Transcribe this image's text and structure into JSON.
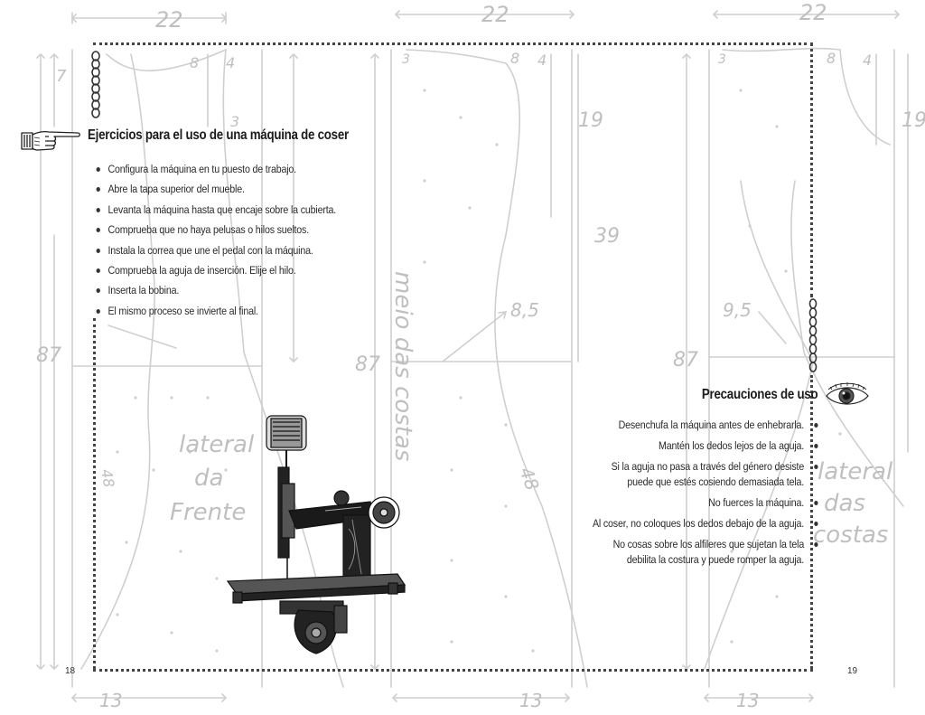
{
  "left_page": {
    "title": "Ejercicios para el uso de una máquina de coser",
    "items": [
      "Configura la máquina en tu puesto de trabajo.",
      "Abre la tapa superior del mueble.",
      "Levanta la máquina hasta que encaje sobre la cubierta.",
      "Comprueba que no haya pelusas o hilos sueltos.",
      "Instala la correa que une el pedal con la máquina.",
      "Comprueba la aguja de inserción. Elije el hilo.",
      "Inserta la bobina.",
      "El mismo proceso se invierte al final."
    ],
    "page_number": "18"
  },
  "right_page": {
    "title": "Precauciones de uso",
    "items": [
      "Desenchufa la máquina antes de enhebrarla.",
      "Mantén los dedos lejos de la aguja.",
      "Si la aguja no pasa a través del género desiste puede que estés cosiendo demasiada tela.",
      "No fuerces la máquina.",
      "Al coser, no coloques los dedos debajo de la aguja.",
      "No cosas sobre los alfileres que sujetan la tela debilita la costura y puede romper la aguja."
    ],
    "page_number": "19"
  },
  "pattern_labels": {
    "width_top": "22",
    "width_bottom": "13",
    "small_7": "7",
    "small_8": "8",
    "small_4": "4",
    "small_3": "3",
    "len_19": "19",
    "len_39": "39",
    "len_87": "87",
    "len_48": "48",
    "len_95": "9,5",
    "len_85": "8,5",
    "label_lateral_frente_1": "lateral",
    "label_lateral_frente_2": "da",
    "label_lateral_frente_3": "Frente",
    "label_meio_costas": "meio das costas",
    "label_lateral_costas_1": "lateral",
    "label_lateral_costas_2": "das",
    "label_lateral_costas_3": "costas"
  },
  "colors": {
    "pattern_line": "#c8c8c8",
    "pattern_text": "#bdbdbd",
    "text": "#222222"
  },
  "icons": [
    "pointing-hand-icon",
    "eye-icon",
    "chain-ornament-icon",
    "sewing-machine-illustration"
  ]
}
